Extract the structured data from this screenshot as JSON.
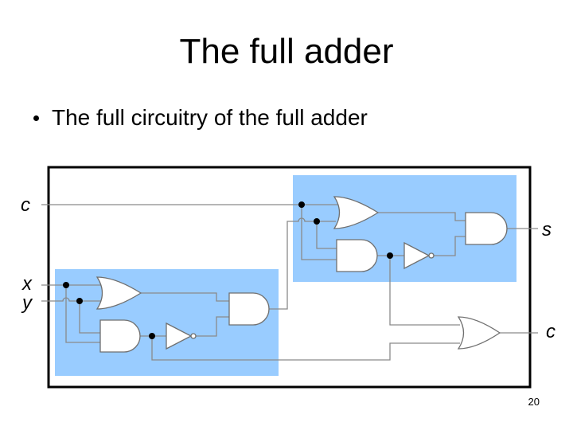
{
  "slide": {
    "title": "The full adder",
    "bullet": "The full circuitry of the full adder",
    "page_number": "20"
  },
  "diagram": {
    "inputs": [
      "c",
      "x",
      "y"
    ],
    "outputs": [
      "s",
      "c"
    ],
    "colors": {
      "half_adder_fill": "#99ccff",
      "wire": "#8a8a8a",
      "frame": "#000000"
    }
  }
}
